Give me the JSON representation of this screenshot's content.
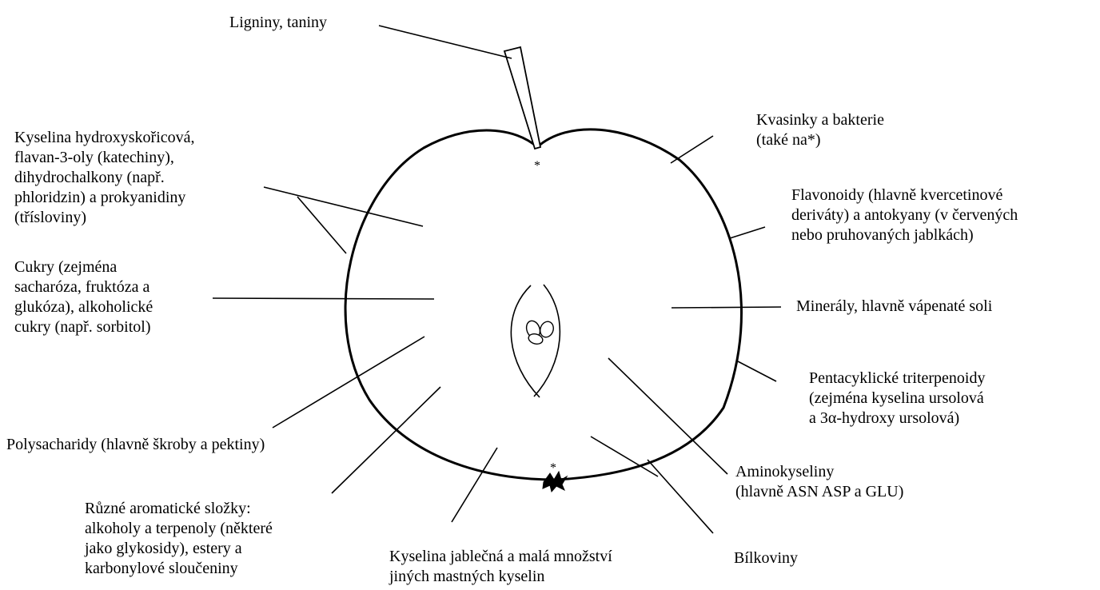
{
  "labels": {
    "ligniny": [
      "Ligniny, taniny"
    ],
    "kyselina_hydroxy": [
      "Kyselina hydroxyskořicová,",
      "flavan-3-oly (katechiny),",
      "dihydrochalkony (např.",
      "phloridzin) a prokyanidiny",
      "(třísloviny)"
    ],
    "cukry": [
      "Cukry (zejména",
      "sacharóza, fruktóza a",
      "glukóza), alkoholické",
      "cukry (např. sorbitol)"
    ],
    "polysacharidy": [
      "Polysacharidy (hlavně škroby a pektiny)"
    ],
    "aromaticke": [
      "Různé aromatické složky:",
      "alkoholy a terpenoly (některé",
      "jako glykosidy), estery a",
      "karbonylové sloučeniny"
    ],
    "kyselina_jablecna": [
      "Kyselina jablečná a malá množství",
      "jiných mastných kyselin"
    ],
    "bilkoviny": [
      "Bílkoviny"
    ],
    "aminokyseliny": [
      "Aminokyseliny",
      "(hlavně ASN ASP a GLU)"
    ],
    "pentacyklicke": [
      "Pentacyklické triterpenoidy",
      "(zejména kyselina ursolová",
      "a 3α-hydroxy ursolová)"
    ],
    "mineraly": [
      "Minerály, hlavně vápenaté soli"
    ],
    "flavonoidy": [
      "Flavonoidy (hlavně kvercetinové",
      "deriváty) a antokyany (v červených",
      "nebo pruhovaných jablkách)"
    ],
    "kvasinky": [
      "Kvasinky a bakterie",
      "(také na*)"
    ]
  },
  "markers": {
    "top_star": "*",
    "bottom_star": "*"
  }
}
